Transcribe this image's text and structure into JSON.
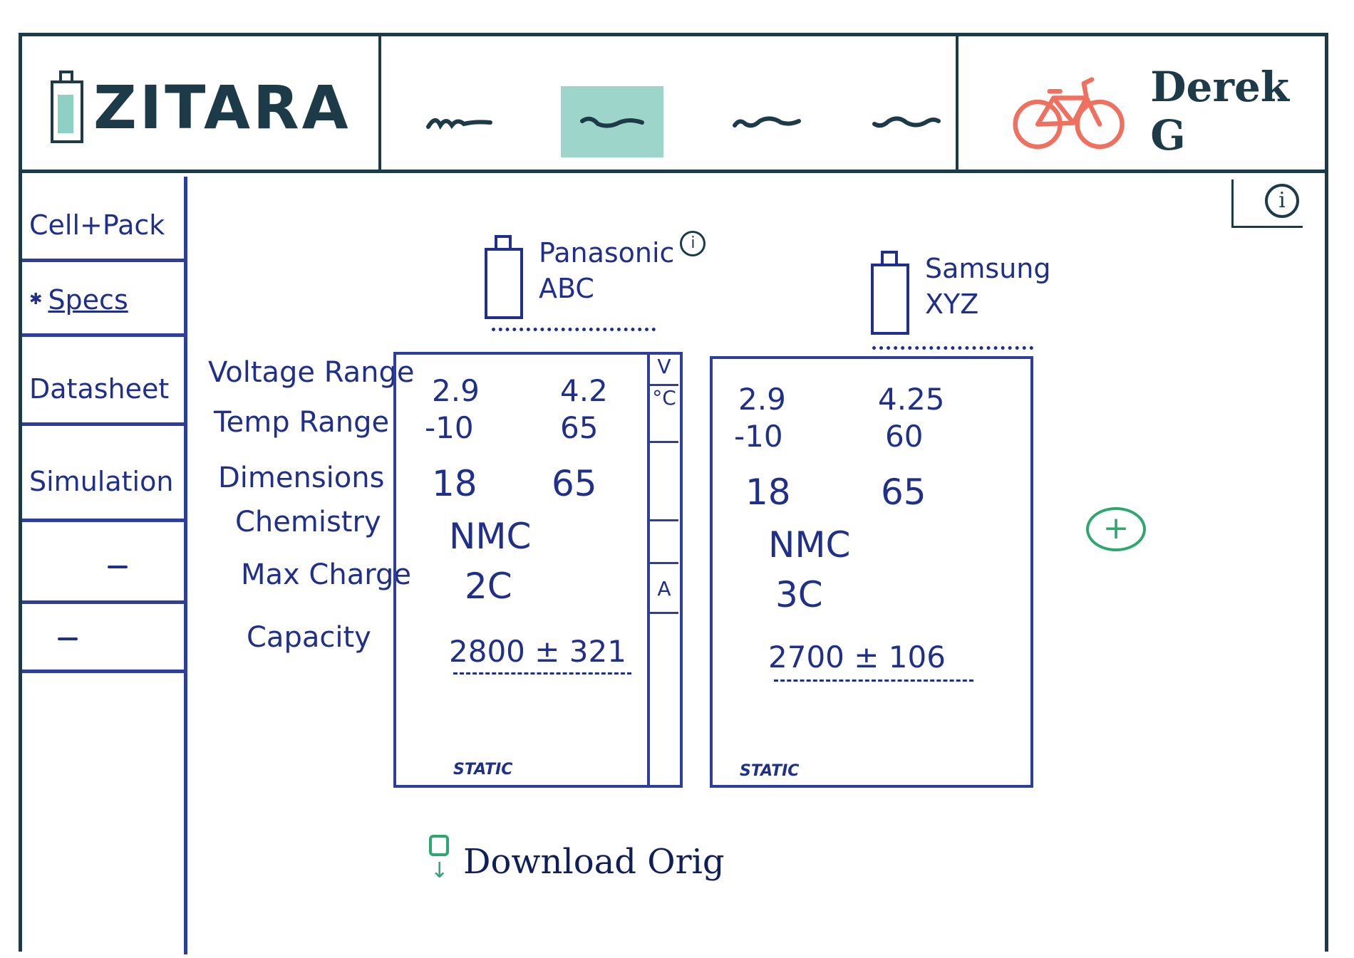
{
  "header": {
    "brand": "ZITARA",
    "user_name": "Derek G"
  },
  "sidebar": {
    "items": [
      {
        "label": "Cell+Pack"
      },
      {
        "label": "Specs"
      },
      {
        "label": "Datasheet"
      },
      {
        "label": "Simulation"
      }
    ]
  },
  "row_labels": {
    "voltage": "Voltage Range",
    "temp": "Temp Range",
    "dimensions": "Dimensions",
    "chemistry": "Chemistry",
    "max_charge": "Max Charge",
    "capacity": "Capacity"
  },
  "units": [
    "V",
    "°C",
    "",
    "",
    "A"
  ],
  "cells": [
    {
      "name_line1": "Panasonic",
      "name_line2": "ABC",
      "voltage_min": "2.9",
      "voltage_max": "4.2",
      "temp_min": "-10",
      "temp_max": "65",
      "dim_a": "18",
      "dim_b": "65",
      "chemistry": "NMC",
      "max_charge": "2C",
      "capacity": "2800 ± 321",
      "footer": "STATIC"
    },
    {
      "name_line1": "Samsung",
      "name_line2": "XYZ",
      "voltage_min": "2.9",
      "voltage_max": "4.25",
      "temp_min": "-10",
      "temp_max": "60",
      "dim_a": "18",
      "dim_b": "65",
      "chemistry": "NMC",
      "max_charge": "3C",
      "capacity": "2700 ± 106",
      "footer": "STATIC"
    }
  ],
  "actions": {
    "download_label": "Download Orig"
  },
  "colors": {
    "frame": "#1d3a48",
    "ink": "#1f2f8a",
    "accent_teal": "#9dd5ca",
    "accent_green": "#2ca86e",
    "bike": "#f07060"
  }
}
